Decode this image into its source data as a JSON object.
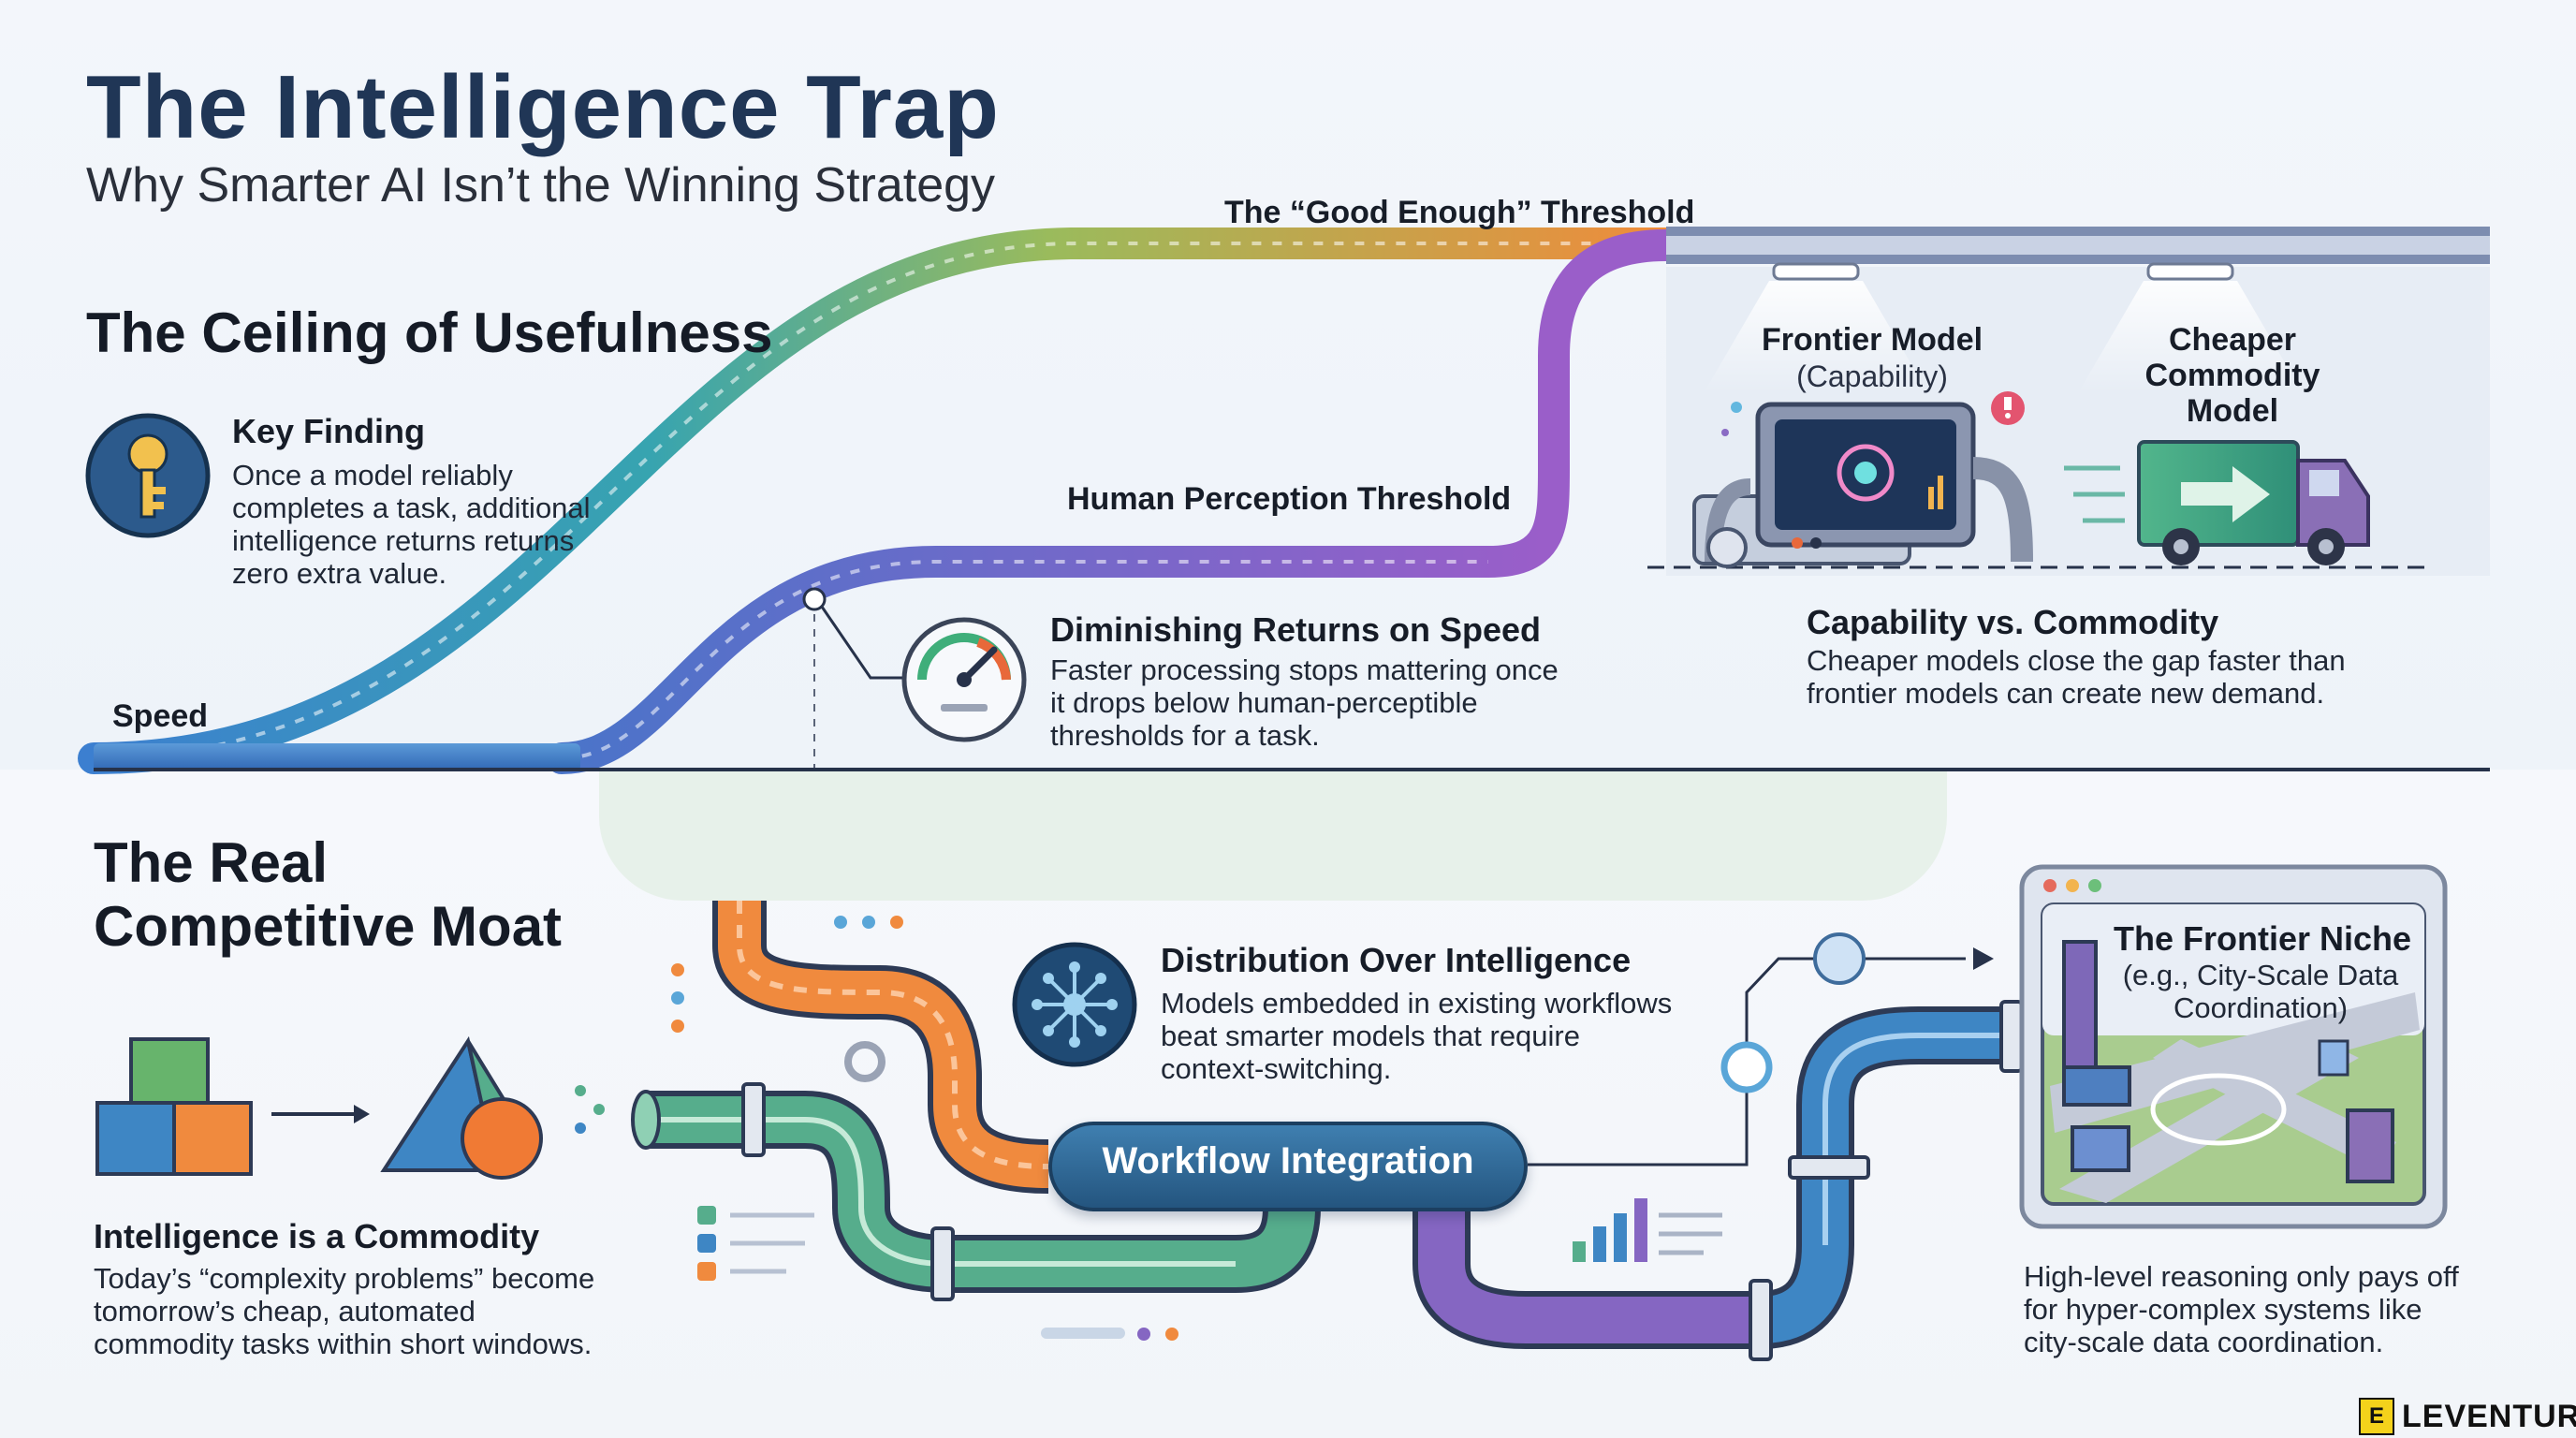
{
  "header": {
    "title": "The Intelligence Trap",
    "subtitle": "Why Smarter AI Isn’t the Winning Strategy"
  },
  "top_section": {
    "heading": "The Ceiling of Usefulness",
    "key_finding": {
      "title": "Key Finding",
      "text": "Once a model reliably completes a task, additional intelligence returns returns zero extra value.",
      "icon": "key-icon"
    },
    "curves": {
      "good_enough": "The “Good Enough” Threshold",
      "human_perception": "Human Perception Threshold",
      "speed": "Speed"
    },
    "diminishing": {
      "title": "Diminishing Returns on Speed",
      "text": "Faster processing stops mattering once it drops below human-perceptible thresholds for a task.",
      "icon": "gauge-icon"
    },
    "frontier_model": {
      "title": "Frontier Model",
      "subtitle": "(Capability)"
    },
    "commodity_model": {
      "title": "Cheaper Commodity Model"
    },
    "capability_vs_commodity": {
      "title": "Capability vs. Commodity",
      "text": "Cheaper models close the gap faster than frontier models can create new demand."
    }
  },
  "bottom_section": {
    "heading": "The Real Competitive Moat",
    "commodity": {
      "title": "Intelligence is a Commodity",
      "text": "Today’s “complexity problems” become tomorrow’s cheap, automated commodity tasks within short windows.",
      "icon": "cubes-to-shapes-icon"
    },
    "distribution": {
      "title": "Distribution Over Intelligence",
      "text": "Models embedded in existing workflows beat smarter models that require context-switching.",
      "icon": "network-icon"
    },
    "workflow": "Workflow Integration",
    "frontier_niche": {
      "title": "The Frontier Niche",
      "subtitle": "(e.g., City-Scale Data Coordination)",
      "caption": "High-level reasoning only pays off for hyper-complex systems like city-scale data coordination."
    }
  },
  "brand": {
    "mark": "E",
    "name": "LEVENTURES"
  },
  "colors": {
    "title": "#203656",
    "pipe_orange": "#f08a3e",
    "pipe_green": "#56ad8c",
    "pipe_blue": "#3e86c4",
    "pipe_purple": "#8566c2",
    "navy_icon": "#1f4a74",
    "brand_yellow": "#f4d21b"
  }
}
